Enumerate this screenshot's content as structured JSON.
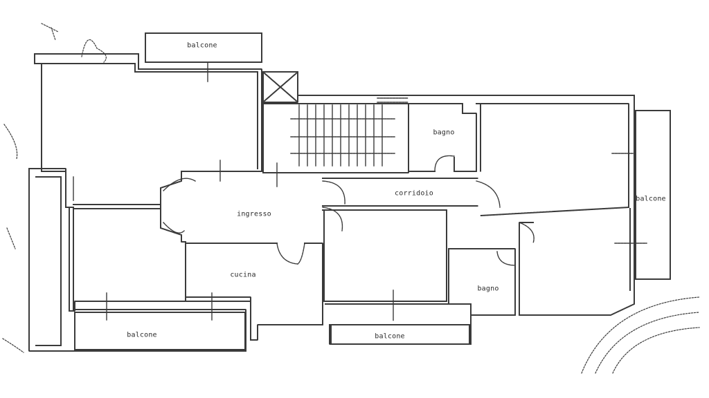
{
  "rooms": {
    "balcone_top": "balcone",
    "bagno_top": "bagno",
    "corridoio": "corridoio",
    "ingresso": "ingresso",
    "balcone_right": "balcone",
    "cucina": "cucina",
    "bagno_bottom": "bagno",
    "balcone_bottom_left": "balcone",
    "balcone_bottom_mid": "balcone"
  },
  "colors": {
    "ink": "#3a3a3a",
    "paper": "#ffffff"
  }
}
